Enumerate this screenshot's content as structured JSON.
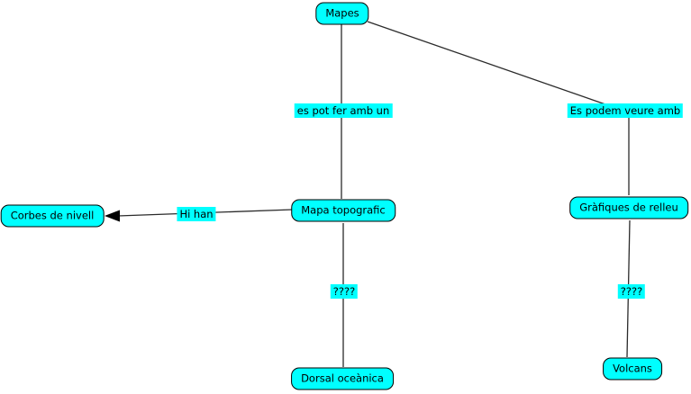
{
  "diagram": {
    "type": "concept-map",
    "background_color": "#ffffff",
    "node_fill_color": "#00ffff",
    "node_border_color": "#000000",
    "line_color": "#2b2b2b",
    "text_color": "#000000"
  },
  "nodes": {
    "mapes": {
      "label": "Mapes"
    },
    "mapa_topografic": {
      "label": "Mapa topografic"
    },
    "corbes_de_nivell": {
      "label": "Corbes de nivell"
    },
    "grafiques_de_relleu": {
      "label": "Gràfiques de relleu"
    },
    "dorsal_oceanica": {
      "label": "Dorsal oceànica"
    },
    "volcans": {
      "label": "Volcans"
    }
  },
  "link_labels": {
    "es_pot_fer_amb_un": {
      "label": "es pot fer amb un"
    },
    "es_podem_veure_amb": {
      "label": "Es podem veure amb"
    },
    "hi_han": {
      "label": "Hi han"
    },
    "unknown_left": {
      "label": "????"
    },
    "unknown_right": {
      "label": "????"
    }
  }
}
